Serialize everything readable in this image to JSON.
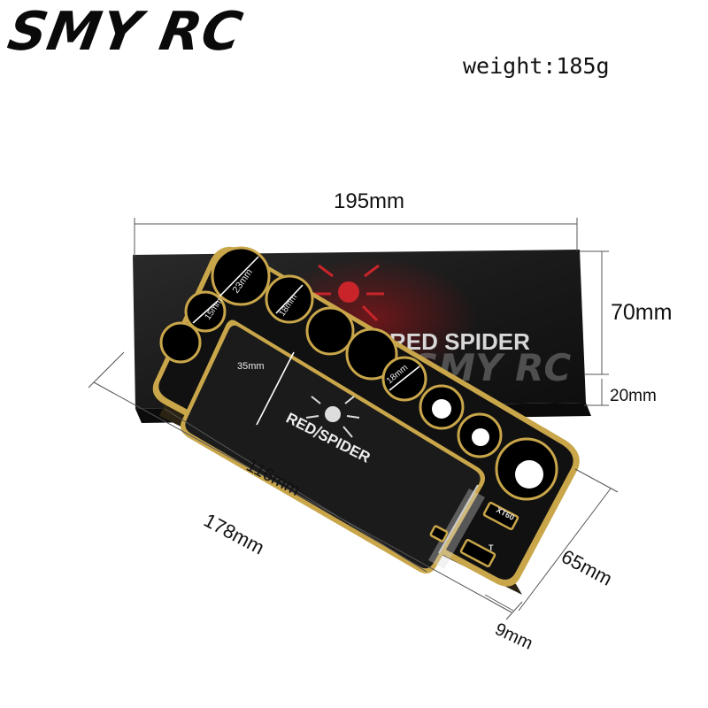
{
  "brand": "SMY RC",
  "weight": "weight:185g",
  "dimensions": {
    "width_top": "195mm",
    "box_height": "70mm",
    "box_depth": "20mm",
    "length_diag": "178mm",
    "inner_length": "116mm",
    "tray_width": "65mm",
    "thickness": "9mm"
  },
  "tray_labels": {
    "hole_23": "23mm",
    "hole_15": "15mm",
    "hole_18a": "18mm",
    "hole_18b": "18mm",
    "pocket_35": "35mm",
    "connector": "XT60",
    "t_plug": "T"
  },
  "logo": {
    "box_logo_text": "RED SPIDER",
    "tray_logo_text": "RED SPIDER",
    "watermark": "SMY RC"
  },
  "colors": {
    "brass_trim": "#c9a64a",
    "tray_body": "#111111",
    "box_body": "#1c1c1c",
    "logo_red": "#c8242a"
  }
}
